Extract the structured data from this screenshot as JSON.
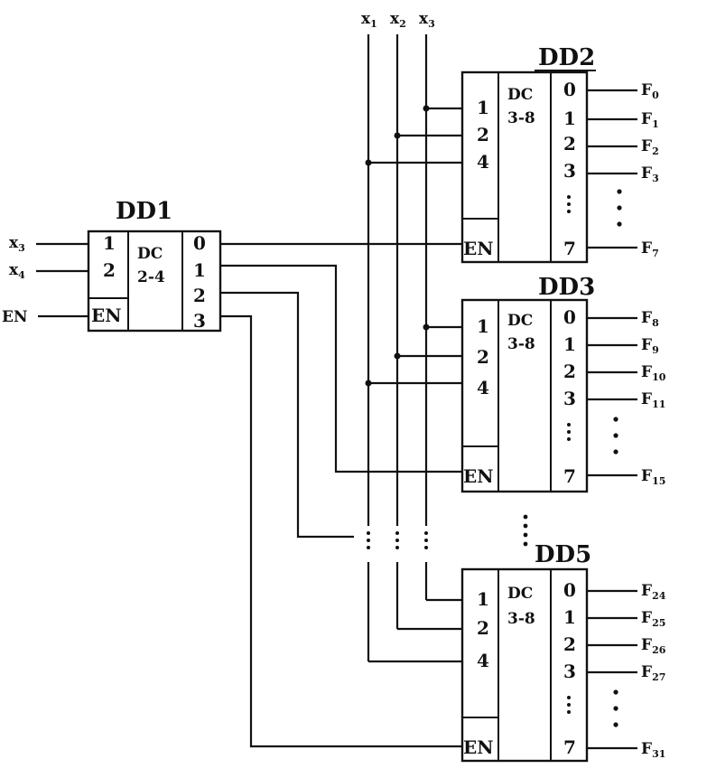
{
  "diagram": {
    "bus": {
      "inputs": [
        "x",
        "x",
        "x"
      ],
      "inputs_sub": [
        "1",
        "2",
        "3"
      ]
    },
    "dd1": {
      "title": "DD1",
      "func": "DC",
      "func_sub": "2-4",
      "in_pins": [
        "1",
        "2"
      ],
      "en_pin": "EN",
      "out_pins": [
        "0",
        "1",
        "2",
        "3"
      ],
      "in_signals": [
        "x",
        "x"
      ],
      "in_signals_sub": [
        "3",
        "4"
      ],
      "en_signal": "EN"
    },
    "decoders": [
      {
        "title": "DD2",
        "func": "DC",
        "func_sub": "3-8",
        "in_pins": [
          "1",
          "2",
          "4"
        ],
        "en_pin": "EN",
        "out_pins": [
          "0",
          "1",
          "2",
          "3",
          "7"
        ],
        "outputs": [
          "F",
          "F",
          "F",
          "F",
          "F"
        ],
        "outputs_sub": [
          "0",
          "1",
          "2",
          "3",
          "7"
        ]
      },
      {
        "title": "DD3",
        "func": "DC",
        "func_sub": "3-8",
        "in_pins": [
          "1",
          "2",
          "4"
        ],
        "en_pin": "EN",
        "out_pins": [
          "0",
          "1",
          "2",
          "3",
          "7"
        ],
        "outputs": [
          "F",
          "F",
          "F",
          "F",
          "F"
        ],
        "outputs_sub": [
          "8",
          "9",
          "10",
          "11",
          "15"
        ]
      },
      {
        "title": "DD5",
        "func": "DC",
        "func_sub": "3-8",
        "in_pins": [
          "1",
          "2",
          "4"
        ],
        "en_pin": "EN",
        "out_pins": [
          "0",
          "1",
          "2",
          "3",
          "7"
        ],
        "outputs": [
          "F",
          "F",
          "F",
          "F",
          "F"
        ],
        "outputs_sub": [
          "24",
          "25",
          "26",
          "27",
          "31"
        ]
      }
    ]
  }
}
